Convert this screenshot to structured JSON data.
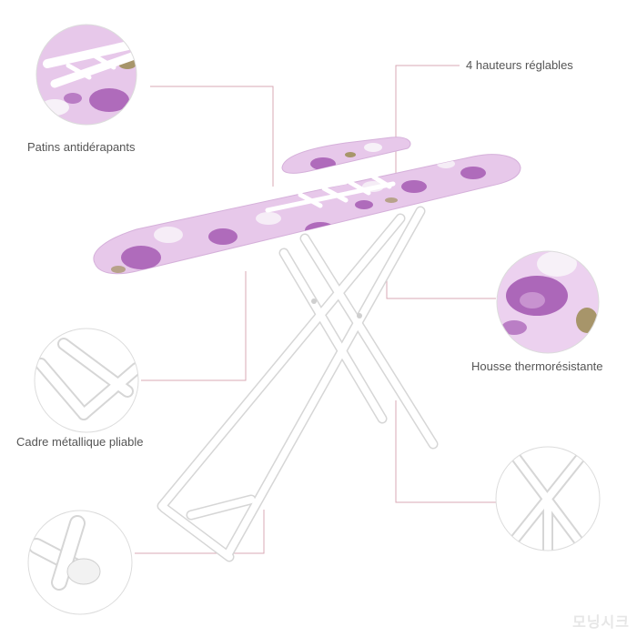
{
  "callouts": {
    "heights": "4 hauteurs réglables",
    "pads": "Patins antidérapants",
    "cover": "Housse thermorésistante",
    "frame": "Cadre métallique pliable"
  },
  "watermark": "모닝시크",
  "colors": {
    "cover_pink": "#e7c8ea",
    "flower_purple": "#a55bb3",
    "flower_light": "#f7f1f8",
    "leaf_olive": "#a7956a",
    "frame_white": "#ffffff",
    "frame_outline": "#d9d9d9",
    "leader_line": "#d8a9b5",
    "text_gray": "#555555"
  }
}
